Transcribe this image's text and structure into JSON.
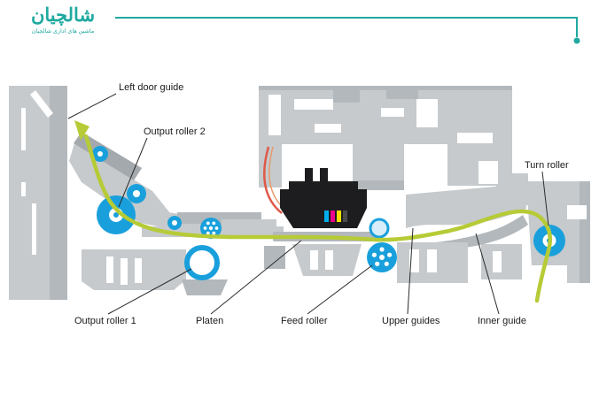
{
  "header": {
    "logo": {
      "title": "شالچیان",
      "subtitle": "ماشین های اداری شالچیان"
    }
  },
  "diagram": {
    "labels": {
      "left_door_guide": "Left door guide",
      "output_roller_2": "Output roller 2",
      "turn_roller": "Turn roller",
      "output_roller_1": "Output roller 1",
      "platen": "Platen",
      "feed_roller": "Feed roller",
      "upper_guides": "Upper guides",
      "inner_guide": "Inner guide"
    },
    "colors": {
      "accent_teal": "#1fa9a0",
      "machinery_gray": "#c6cacd",
      "machinery_gray_dark": "#b3b8bc",
      "machinery_gray_darker": "#a4a9ad",
      "roller_blue": "#19a0dc",
      "roller_blue_light": "#d7edf9",
      "paper_path_green": "#b6cb36",
      "printhead_black": "#1d1d1f",
      "ink_cyan": "#00aeef",
      "ink_magenta": "#ec008c",
      "ink_yellow": "#ffdd00",
      "ink_black": "#4a4a4a",
      "wire_red": "#df5948",
      "wire_orange": "#e89a6a",
      "leader_color": "#2b2b2b",
      "label_color": "#1b1b1b"
    }
  }
}
